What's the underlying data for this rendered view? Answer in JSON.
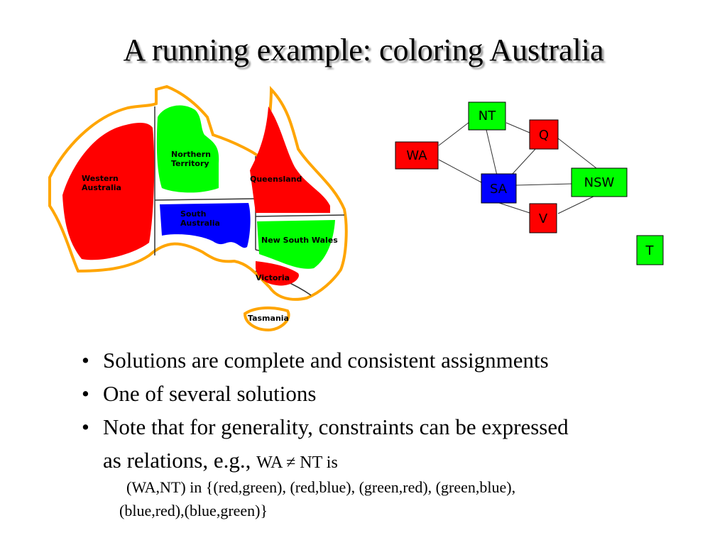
{
  "slide": {
    "title": "A running example: coloring Australia"
  },
  "map": {
    "regions": [
      {
        "key": "wa",
        "label_lines": [
          "Western",
          "Australia"
        ],
        "color": "#ff0000"
      },
      {
        "key": "nt",
        "label_lines": [
          "Northern",
          "Territory"
        ],
        "color": "#00ff00"
      },
      {
        "key": "q",
        "label_lines": [
          "Queensland"
        ],
        "color": "#ff0000"
      },
      {
        "key": "sa",
        "label_lines": [
          "South",
          "Australia"
        ],
        "color": "#0000ff"
      },
      {
        "key": "nsw",
        "label_lines": [
          "New South Wales"
        ],
        "color": "#00ff00"
      },
      {
        "key": "v",
        "label_lines": [
          "Victoria"
        ],
        "color": "#ff0000"
      },
      {
        "key": "t",
        "label_lines": [
          "Tasmania"
        ],
        "color": "#ffffff"
      }
    ],
    "outline_color": "#ffa500"
  },
  "graph": {
    "nodes": [
      {
        "id": "WA",
        "label": "WA",
        "color": "#ff0000"
      },
      {
        "id": "NT",
        "label": "NT",
        "color": "#00ff00"
      },
      {
        "id": "Q",
        "label": "Q",
        "color": "#ff0000"
      },
      {
        "id": "SA",
        "label": "SA",
        "color": "#0000ff"
      },
      {
        "id": "NSW",
        "label": "NSW",
        "color": "#00ff00"
      },
      {
        "id": "V",
        "label": "V",
        "color": "#ff0000"
      },
      {
        "id": "T",
        "label": "T",
        "color": "#00ff00"
      }
    ],
    "edges": [
      [
        "WA",
        "NT"
      ],
      [
        "WA",
        "SA"
      ],
      [
        "NT",
        "SA"
      ],
      [
        "NT",
        "Q"
      ],
      [
        "SA",
        "Q"
      ],
      [
        "SA",
        "NSW"
      ],
      [
        "SA",
        "V"
      ],
      [
        "Q",
        "NSW"
      ],
      [
        "NSW",
        "V"
      ]
    ]
  },
  "bullets": {
    "b1": "Solutions are complete and consistent assignments",
    "b2": "One of several solutions",
    "b3_line1": "Note that for generality, constraints can be expressed",
    "b3_line2_main": "as relations, e.g.,",
    "b3_line2_small": "WA ≠ NT is",
    "sub_line1": "(WA,NT) in {(red,green), (red,blue), (green,red), (green,blue),",
    "sub_line2": "(blue,red),(blue,green)}",
    "bullet_char": "•"
  }
}
